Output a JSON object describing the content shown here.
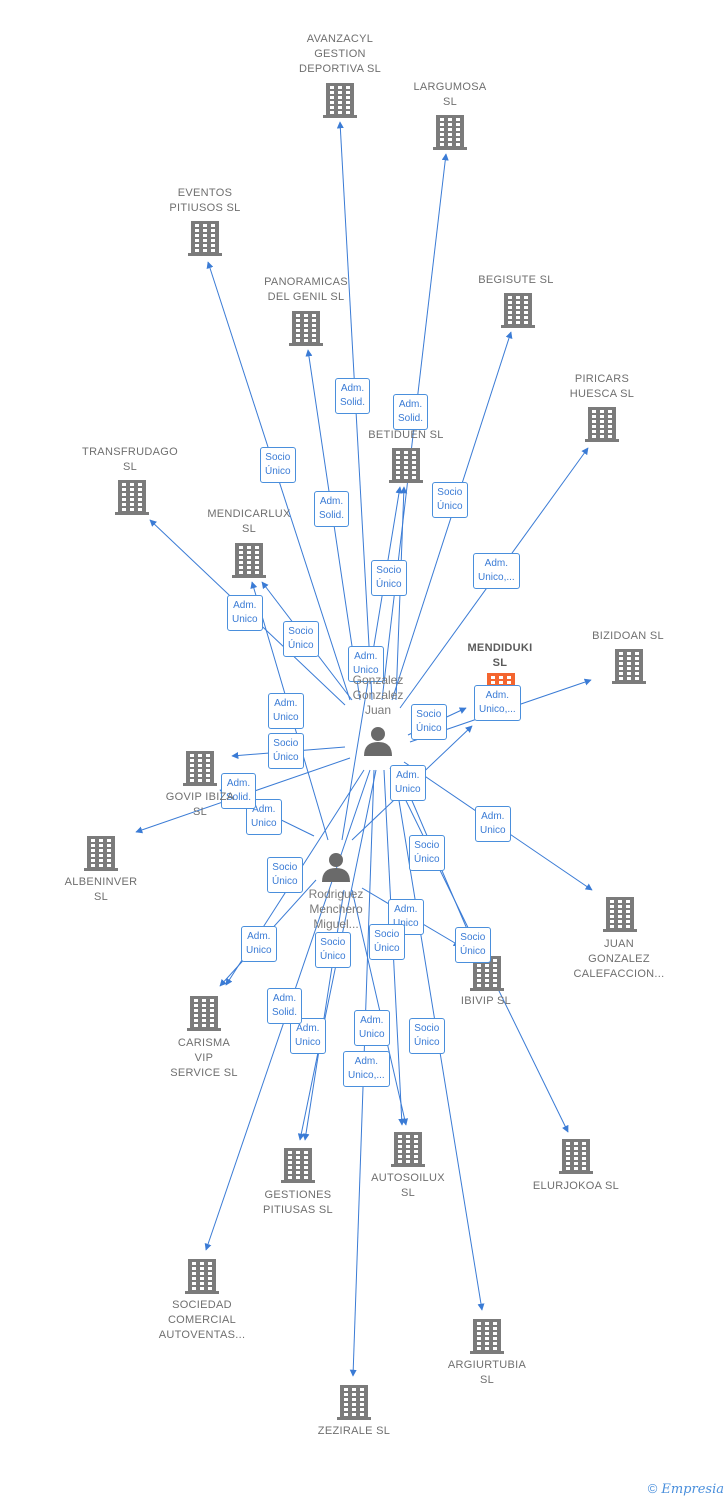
{
  "colors": {
    "edge": "#3a7bd5",
    "building": "#7b7b7b",
    "person": "#6a6a6a",
    "highlight": "#f4652f"
  },
  "persons": [
    {
      "id": "juan",
      "label": "Gonzalez\nGonzalez\nJuan",
      "icon": "person-icon"
    },
    {
      "id": "miguel",
      "label": "Rodriguez\nMenchero\nMiguel...",
      "icon": "person-icon"
    }
  ],
  "companies": [
    {
      "id": "avanzacyl",
      "label": "AVANZACYL\nGESTION\nDEPORTIVA SL",
      "icon": "building-icon"
    },
    {
      "id": "largumosa",
      "label": "LARGUMOSA\nSL",
      "icon": "building-icon"
    },
    {
      "id": "eventos",
      "label": "EVENTOS\nPITIUSOS  SL",
      "icon": "building-icon"
    },
    {
      "id": "panoramicas",
      "label": "PANORAMICAS\nDEL GENIL  SL",
      "icon": "building-icon"
    },
    {
      "id": "begisute",
      "label": "BEGISUTE  SL",
      "icon": "building-icon"
    },
    {
      "id": "piricars",
      "label": "PIRICARS\nHUESCA  SL",
      "icon": "building-icon"
    },
    {
      "id": "betiduen",
      "label": "BETIDUEN  SL",
      "icon": "building-icon"
    },
    {
      "id": "transfrudago",
      "label": "TRANSFRUDAGO\nSL",
      "icon": "building-icon"
    },
    {
      "id": "mendicarlux",
      "label": "MENDICARLUX\nSL",
      "icon": "building-icon"
    },
    {
      "id": "mendiduki",
      "label": "MENDIDUKI\nSL",
      "icon": "building-icon",
      "main": true
    },
    {
      "id": "bizidoan",
      "label": "BIZIDOAN  SL",
      "icon": "building-icon"
    },
    {
      "id": "govip",
      "label": "GOVIP IBIZA\nSL",
      "icon": "building-icon"
    },
    {
      "id": "albeninver",
      "label": "ALBENINVER\nSL",
      "icon": "building-icon"
    },
    {
      "id": "juangonzalez",
      "label": "JUAN\nGONZALEZ\nCALEFACCION...",
      "icon": "building-icon"
    },
    {
      "id": "ibivip",
      "label": "IBIVIP  SL",
      "icon": "building-icon"
    },
    {
      "id": "carisma",
      "label": "CARISMA\nVIP\nSERVICE  SL",
      "icon": "building-icon"
    },
    {
      "id": "autosoilux",
      "label": "AUTOSOILUX\nSL",
      "icon": "building-icon"
    },
    {
      "id": "elurjokoa",
      "label": "ELURJOKOA SL",
      "icon": "building-icon"
    },
    {
      "id": "gestiones",
      "label": "GESTIONES\nPITIUSAS  SL",
      "icon": "building-icon"
    },
    {
      "id": "sociedad",
      "label": "SOCIEDAD\nCOMERCIAL\nAUTOVENTAS...",
      "icon": "building-icon"
    },
    {
      "id": "argiurtubia",
      "label": "ARGIURTUBIA\nSL",
      "icon": "building-icon"
    },
    {
      "id": "zezirale",
      "label": "ZEZIRALE  SL",
      "icon": "building-icon"
    }
  ],
  "edges": [
    {
      "from": "juan",
      "to": "avanzacyl",
      "label": "Adm.\nSolid."
    },
    {
      "from": "juan",
      "to": "largumosa",
      "label": "Adm.\nSolid."
    },
    {
      "from": "juan",
      "to": "eventos",
      "label": "Socio\nÚnico"
    },
    {
      "from": "juan",
      "to": "panoramicas",
      "label": "Adm.\nSolid."
    },
    {
      "from": "juan",
      "to": "begisute",
      "label": "Socio\nÚnico"
    },
    {
      "from": "juan",
      "to": "piricars",
      "label": "Adm.\nUnico,..."
    },
    {
      "from": "juan",
      "to": "betiduen",
      "label": "Socio\nÚnico"
    },
    {
      "from": "juan",
      "to": "transfrudago",
      "label": "Socio\nÚnico"
    },
    {
      "from": "miguel",
      "to": "mendicarlux",
      "label": "Adm.\nUnico"
    },
    {
      "from": "juan",
      "to": "mendicarlux",
      "label": "Adm.\nUnico"
    },
    {
      "from": "miguel",
      "to": "betiduen",
      "label": "Adm.\nUnico"
    },
    {
      "from": "juan",
      "to": "mendiduki",
      "label": "Socio\nÚnico"
    },
    {
      "from": "juan",
      "to": "bizidoan",
      "label": "Adm.\nUnico,..."
    },
    {
      "from": "juan",
      "to": "govip",
      "label": "Socio\nÚnico"
    },
    {
      "from": "miguel",
      "to": "govip",
      "label": "Adm.\nUnico"
    },
    {
      "from": "juan",
      "to": "albeninver",
      "label": "Adm.\nSolid."
    },
    {
      "from": "miguel",
      "to": "mendiduki",
      "label": "Adm.\nUnico"
    },
    {
      "from": "juan",
      "to": "juangonzalez",
      "label": "Adm.\nUnico"
    },
    {
      "from": "juan",
      "to": "ibivip",
      "label": "Socio\nÚnico"
    },
    {
      "from": "miguel",
      "to": "ibivip",
      "label": "Adm.\nUnico"
    },
    {
      "from": "juan",
      "to": "carisma",
      "label": "Socio\nÚnico"
    },
    {
      "from": "miguel",
      "to": "carisma",
      "label": "Adm.\nUnico"
    },
    {
      "from": "juan",
      "to": "elurjokoa",
      "label": "Socio\nÚnico"
    },
    {
      "from": "juan",
      "to": "gestiones",
      "label": "Socio\nÚnico"
    },
    {
      "from": "miguel",
      "to": "gestiones",
      "label": "Adm.\nUnico"
    },
    {
      "from": "juan",
      "to": "autosoilux",
      "label": "Socio\nÚnico"
    },
    {
      "from": "miguel",
      "to": "autosoilux",
      "label": "Adm.\nUnico"
    },
    {
      "from": "juan",
      "to": "sociedad",
      "label": "Adm.\nSolid."
    },
    {
      "from": "juan",
      "to": "zezirale",
      "label": "Adm.\nUnico,..."
    },
    {
      "from": "juan",
      "to": "argiurtubia",
      "label": "Socio\nÚnico"
    }
  ],
  "footer": {
    "copyright": "©",
    "brand": "Empresia"
  }
}
